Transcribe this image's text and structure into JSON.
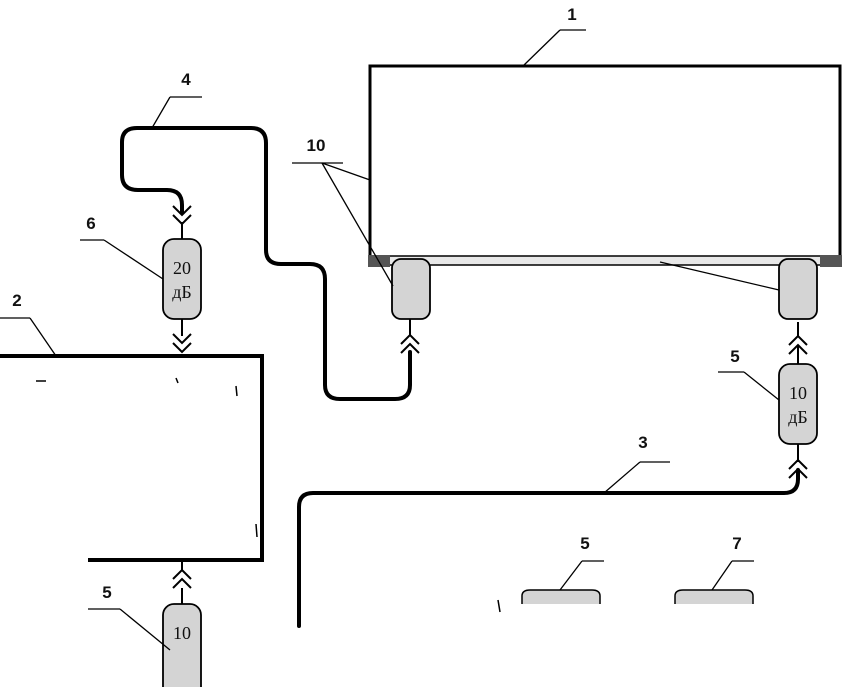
{
  "labels": {
    "l1": "1",
    "l2": "2",
    "l3": "3",
    "l4": "4",
    "l5a": "5",
    "l5b": "5",
    "l5c": "5",
    "l6": "6",
    "l7": "7",
    "l10": "10"
  },
  "attenuators": {
    "a20": {
      "line1": "20",
      "line2": "дБ"
    },
    "a10": {
      "line1": "10",
      "line2": "дБ"
    },
    "a10_bottom": {
      "line1": "10",
      "line2": ""
    }
  },
  "colors": {
    "line": "#000000",
    "attenuator_fill": "#d4d4d4",
    "background": "#ffffff"
  }
}
